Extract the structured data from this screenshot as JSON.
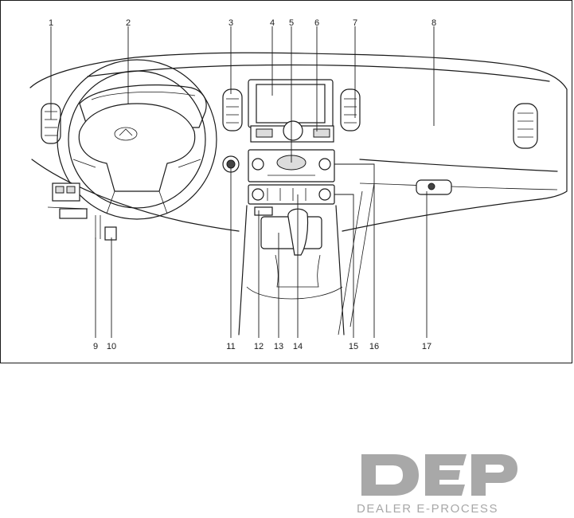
{
  "callouts": [
    {
      "num": "1"
    },
    {
      "num": "2"
    },
    {
      "num": "3"
    },
    {
      "num": "4"
    },
    {
      "num": "5"
    },
    {
      "num": "6"
    },
    {
      "num": "7"
    },
    {
      "num": "8"
    },
    {
      "num": "9"
    },
    {
      "num": "10"
    },
    {
      "num": "11"
    },
    {
      "num": "12"
    },
    {
      "num": "13"
    },
    {
      "num": "14"
    },
    {
      "num": "15"
    },
    {
      "num": "16"
    },
    {
      "num": "17"
    }
  ],
  "logo": {
    "mark": "DEP",
    "subtitle": "DEALER E-PROCESS",
    "color": "#a8a8a8"
  },
  "colors": {
    "line": "#1a1a1a",
    "background": "#ffffff"
  }
}
